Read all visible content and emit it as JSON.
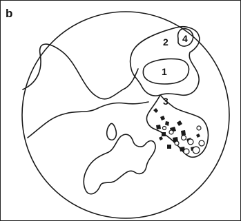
{
  "figure": {
    "panel_label": "b",
    "regions": [
      {
        "id": "1",
        "label": "1"
      },
      {
        "id": "2",
        "label": "2"
      },
      {
        "id": "3",
        "label": "3"
      },
      {
        "id": "4",
        "label": "4"
      }
    ]
  }
}
